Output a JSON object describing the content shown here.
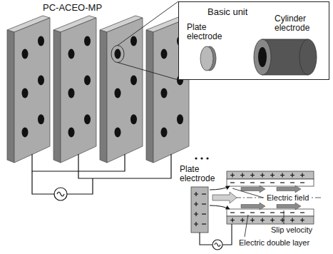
{
  "diagram": {
    "nodes": [
      {
        "text": [
          "Basic unit"
        ]
      }
    ],
    "labels": [
      "PC-ACEO-MP",
      "Plate electrode",
      "Cylinder electrode",
      "Plate electrode",
      "Electric field",
      "Slip velocity",
      "Electric double layer"
    ]
  }
}
